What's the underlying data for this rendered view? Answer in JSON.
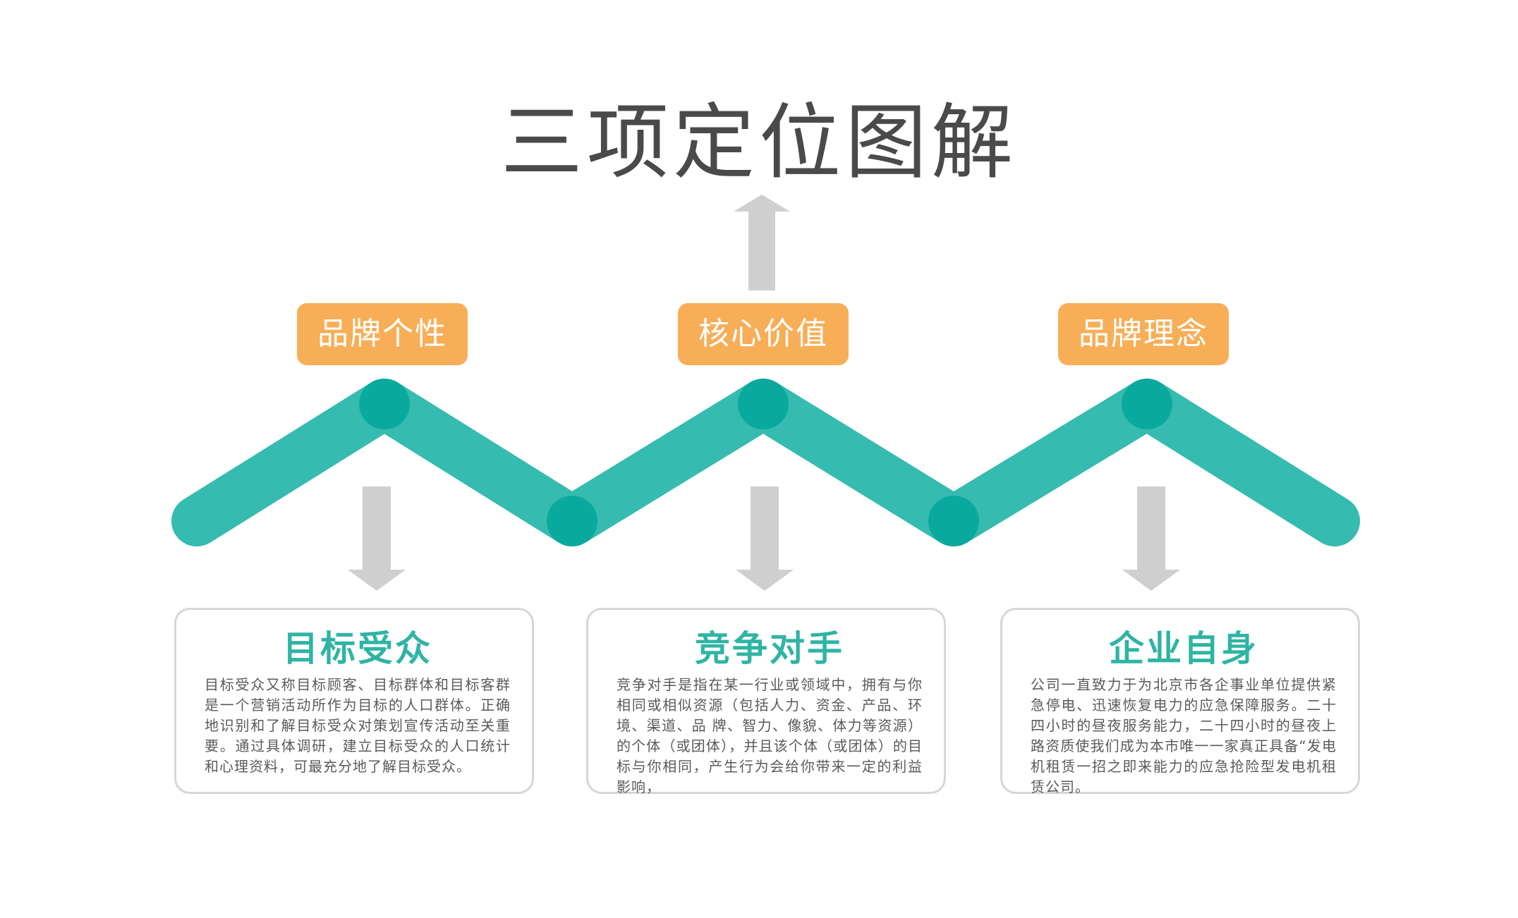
{
  "title": "三项定位图解",
  "colors": {
    "wave": "#35bbb0",
    "wave_joint": "#0aa99d",
    "tag_bg": "#f7ae57",
    "arrow": "#cfcfcf",
    "card_title": "#2fb4a4",
    "card_border": "#d6d6d6"
  },
  "tags": [
    {
      "label": "品牌个性"
    },
    {
      "label": "核心价值"
    },
    {
      "label": "品牌理念"
    }
  ],
  "cards": [
    {
      "title": "目标受众",
      "body": "目标受众又称目标顾客、目标群体和目标客群是一个营销活动所作为目标的人口群体。正确地识别和了解目标受众对策划宣传活动至关重要。通过具体调研，建立目标受众的人口统计和心理资料，可最充分地了解目标受众。"
    },
    {
      "title": "竞争对手",
      "body": "竞争对手是指在某一行业或领域中，拥有与你相同或相似资源（包括人力、资金、产品、环境、渠道、品 牌、智力、像貌、体力等资源）的个体（或团体），并且该个体（或团体）的目标与你相同，产生行为会给你带来一定的利益影响，"
    },
    {
      "title": "企业自身",
      "body": "公司一直致力于为北京市各企事业单位提供紧急停电、迅速恢复电力的应急保障服务。二十四小时的昼夜服务能力，二十四小时的昼夜上路资质使我们成为本市唯一一家真正具备“发电机租赁一招之即来能力的应急抢险型发电机租赁公司。"
    }
  ]
}
